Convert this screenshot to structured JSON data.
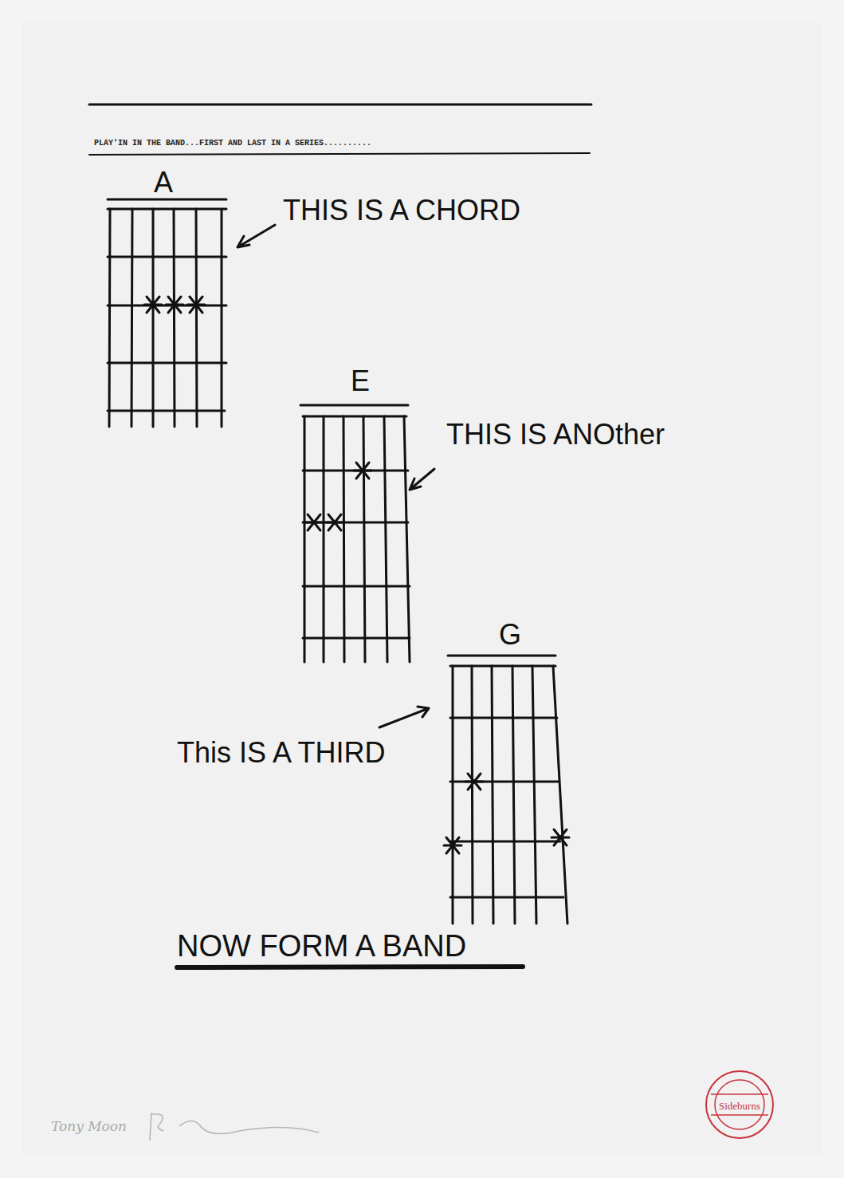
{
  "diagram": {
    "title": "PLAY'IN IN THE BAND...FIRST AND LAST IN A SERIES..........",
    "labels": [
      "A",
      "THIS IS A CHORD",
      "E",
      "THIS IS ANOther",
      "G",
      "This IS A THIRD",
      "NOW FORM A BAND",
      "Tony Moon",
      "Sideburns"
    ]
  }
}
